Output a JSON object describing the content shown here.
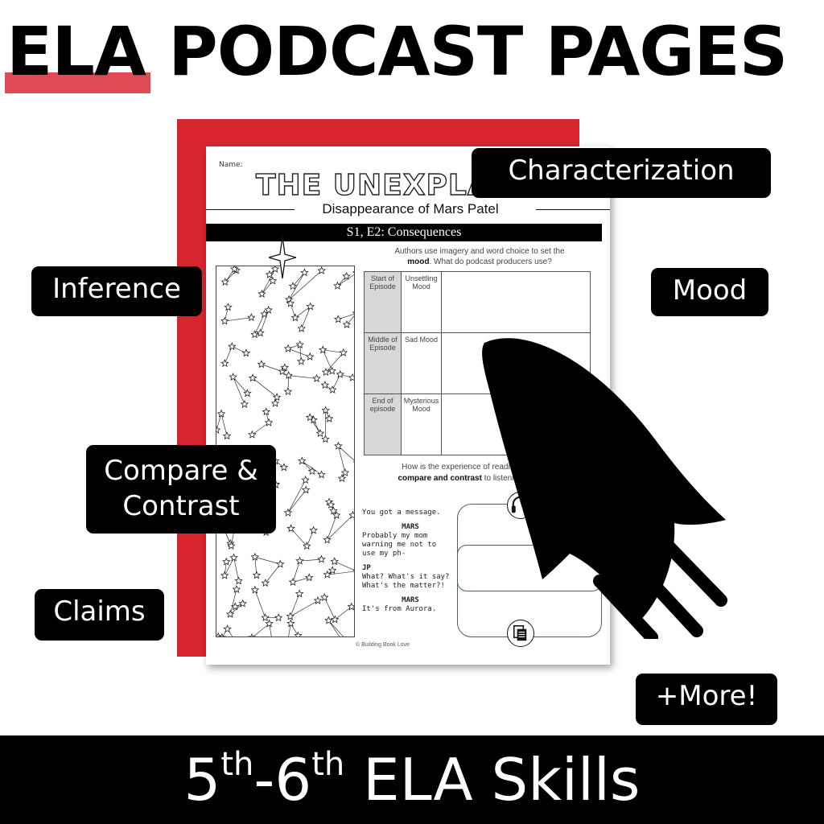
{
  "header": {
    "title_part1": "ELA",
    "title_part2": "PODCAST PAGES",
    "accent_color": "#e04a55"
  },
  "worksheet": {
    "name_label": "Name:",
    "show_title": "THE UNEXPLAIN",
    "subtitle": "Disappearance of Mars Patel",
    "episode_band": "S1, E2: Consequences",
    "prompt_line1": "Authors use imagery and word choice to set the",
    "prompt_bold": "mood",
    "prompt_line2": ". What do podcast producers use?",
    "mood_rows": [
      {
        "phase": "Start of Episode",
        "mood": "Unsettling Mood"
      },
      {
        "phase": "Middle of Episode",
        "mood": "Sad Mood"
      },
      {
        "phase": "End of episode",
        "mood": "Mysterious Mood"
      }
    ],
    "compare_line1": "How is the experience of reading",
    "compare_bold": "compare and contrast",
    "compare_line2": " to listening",
    "script": {
      "line0": "You got a message.",
      "speaker1": "MARS",
      "line1a": "Probably my mom",
      "line1b": "warning me not to",
      "line1c": "use my ph-",
      "speaker2": "JP",
      "line2a": "What? What's it say?",
      "line2b": "What's the matter?!",
      "speaker3": "MARS",
      "line3a": "It's from Aurora."
    },
    "copyright": "© Building Book Love",
    "back_color": "#d8242f"
  },
  "tags": {
    "characterization": "Characterization",
    "inference": "Inference",
    "mood": "Mood",
    "compare_1": "Compare &",
    "compare_2": "Contrast",
    "claims": "Claims",
    "more": "+More!"
  },
  "footer": {
    "grade_start": "5",
    "grade_start_sup": "th",
    "dash": "-",
    "grade_end": "6",
    "grade_end_sup": "th",
    "label": " ELA Skills"
  },
  "icons": {
    "rocket": "rocket-icon",
    "headphones": "headphones-icon",
    "document": "document-icon",
    "star": "star-icon"
  }
}
